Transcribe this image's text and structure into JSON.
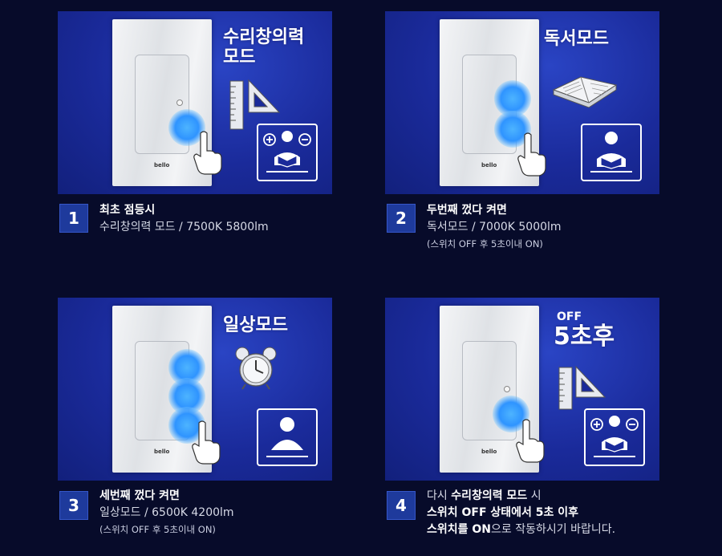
{
  "cards": [
    {
      "title_lines": [
        "수리창의력",
        "모드"
      ],
      "brand": "bello",
      "icon": "reading-person-plus-minus-icon",
      "extra_icons": [
        "ruler-icon",
        "set-square-icon"
      ]
    },
    {
      "title_lines": [
        "독서모드"
      ],
      "brand": "bello",
      "icon": "reading-person-icon",
      "extra_icons": [
        "open-book-icon"
      ]
    },
    {
      "title_lines": [
        "일상모드"
      ],
      "brand": "bello",
      "icon": "person-icon",
      "extra_icons": [
        "alarm-clock-icon"
      ]
    },
    {
      "title_small": "OFF",
      "title_lines": [
        "5초후"
      ],
      "brand": "bello",
      "icon": "reading-person-plus-minus-icon",
      "extra_icons": [
        "ruler-icon",
        "set-square-icon"
      ]
    }
  ],
  "steps": [
    {
      "num": "1",
      "line1": "최초 점등시",
      "line2": "수리창의력 모드 / 7500K 5800lm",
      "line3": ""
    },
    {
      "num": "2",
      "line1": "두번째 껐다 켜면",
      "line2": "독서모드 / 7000K 5000lm",
      "line3": "(스위치 OFF 후 5초이내 ON)"
    },
    {
      "num": "3",
      "line1": "세번째 껐다 켜면",
      "line2": "일상모드 / 6500K 4200lm",
      "line3": "(스위치 OFF 후 5초이내 ON)"
    },
    {
      "num": "4",
      "line1_a": "다시 ",
      "line1_b": "수리창의력 모드",
      "line1_c": " 시",
      "line2": "스위치 OFF 상태에서 5초 이후",
      "line3_a": "스위치를 ON",
      "line3_b": "으로 작동하시기 바랍니다."
    }
  ],
  "colors": {
    "background": "#070b2a",
    "card": "#1a2a9a",
    "ripple": "#2f94ff",
    "badge": "#1e3a9c"
  }
}
